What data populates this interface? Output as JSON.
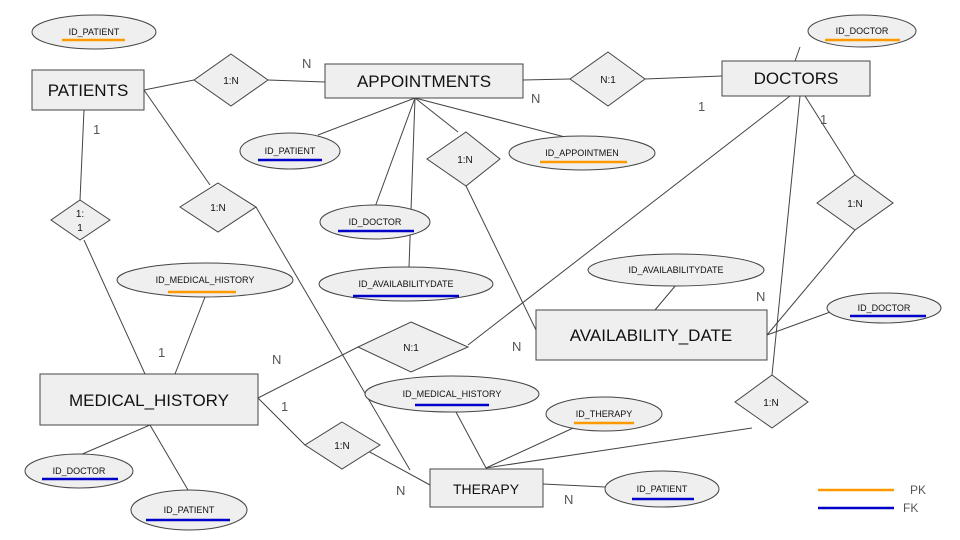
{
  "colors": {
    "pk": "#ff9900",
    "fk": "#0000c8"
  },
  "entities": {
    "patients": "PATIENTS",
    "appointments": "APPOINTMENTS",
    "doctors": "DOCTORS",
    "availability_date": "AVAILABILITY_DATE",
    "medical_history": "MEDICAL_HISTORY",
    "therapy": "THERAPY"
  },
  "relationships": {
    "patients_appointments": "1:N",
    "appointments_doctors": "N:1",
    "appointments_availability": "1:N",
    "patients_therapy": "1:N",
    "patients_medical_history_line1": "1:",
    "patients_medical_history_line2": "1",
    "doctors_availability": "1:N",
    "medical_history_doctors": "N:1",
    "medical_history_therapy": "1:N",
    "therapy_doctors": "1:N"
  },
  "attributes": {
    "patients_id_patient": {
      "label": "ID_PATIENT",
      "key": "pk"
    },
    "doctors_id_doctor": {
      "label": "ID_DOCTOR",
      "key": "pk"
    },
    "appointments_id_patient": {
      "label": "ID_PATIENT",
      "key": "fk"
    },
    "appointments_id_appointment": {
      "label": "ID_APPOINTMEN",
      "key": "pk"
    },
    "appointments_id_doctor": {
      "label": "ID_DOCTOR",
      "key": "fk"
    },
    "appointments_id_availabilitydate": {
      "label": "ID_AVAILABILITYDATE",
      "key": "fk"
    },
    "medical_history_id_medical_history": {
      "label": "ID_MEDICAL_HISTORY",
      "key": "pk"
    },
    "availability_id_availabilitydate": {
      "label": "ID_AVAILABILITYDATE",
      "key": "pk"
    },
    "availability_id_doctor": {
      "label": "ID_DOCTOR",
      "key": "fk"
    },
    "therapy_id_medical_history": {
      "label": "ID_MEDICAL_HISTORY",
      "key": "fk"
    },
    "therapy_id_therapy": {
      "label": "ID_THERAPY",
      "key": "pk"
    },
    "therapy_id_patient": {
      "label": "ID_PATIENT",
      "key": "fk"
    },
    "medical_history_id_doctor": {
      "label": "ID_DOCTOR",
      "key": "fk"
    },
    "medical_history_id_patient": {
      "label": "ID_PATIENT",
      "key": "fk"
    }
  },
  "cardinalities": {
    "patients_to_appointments_n": "N",
    "appointments_to_doctors_n": "N",
    "doctors_to_appointments_1": "1",
    "doctors_to_availability_1": "1",
    "patients_to_medical_history_1": "1",
    "medical_history_from_patients_1": "1",
    "availability_from_appointments_n": "N",
    "availability_from_doctors_n": "N",
    "medical_history_to_doctors_n": "N",
    "medical_history_to_therapy_1": "1",
    "therapy_from_patients_n": "N",
    "therapy_to_doctors_n": "N"
  },
  "legend": {
    "pk": "PK",
    "fk": "FK"
  }
}
